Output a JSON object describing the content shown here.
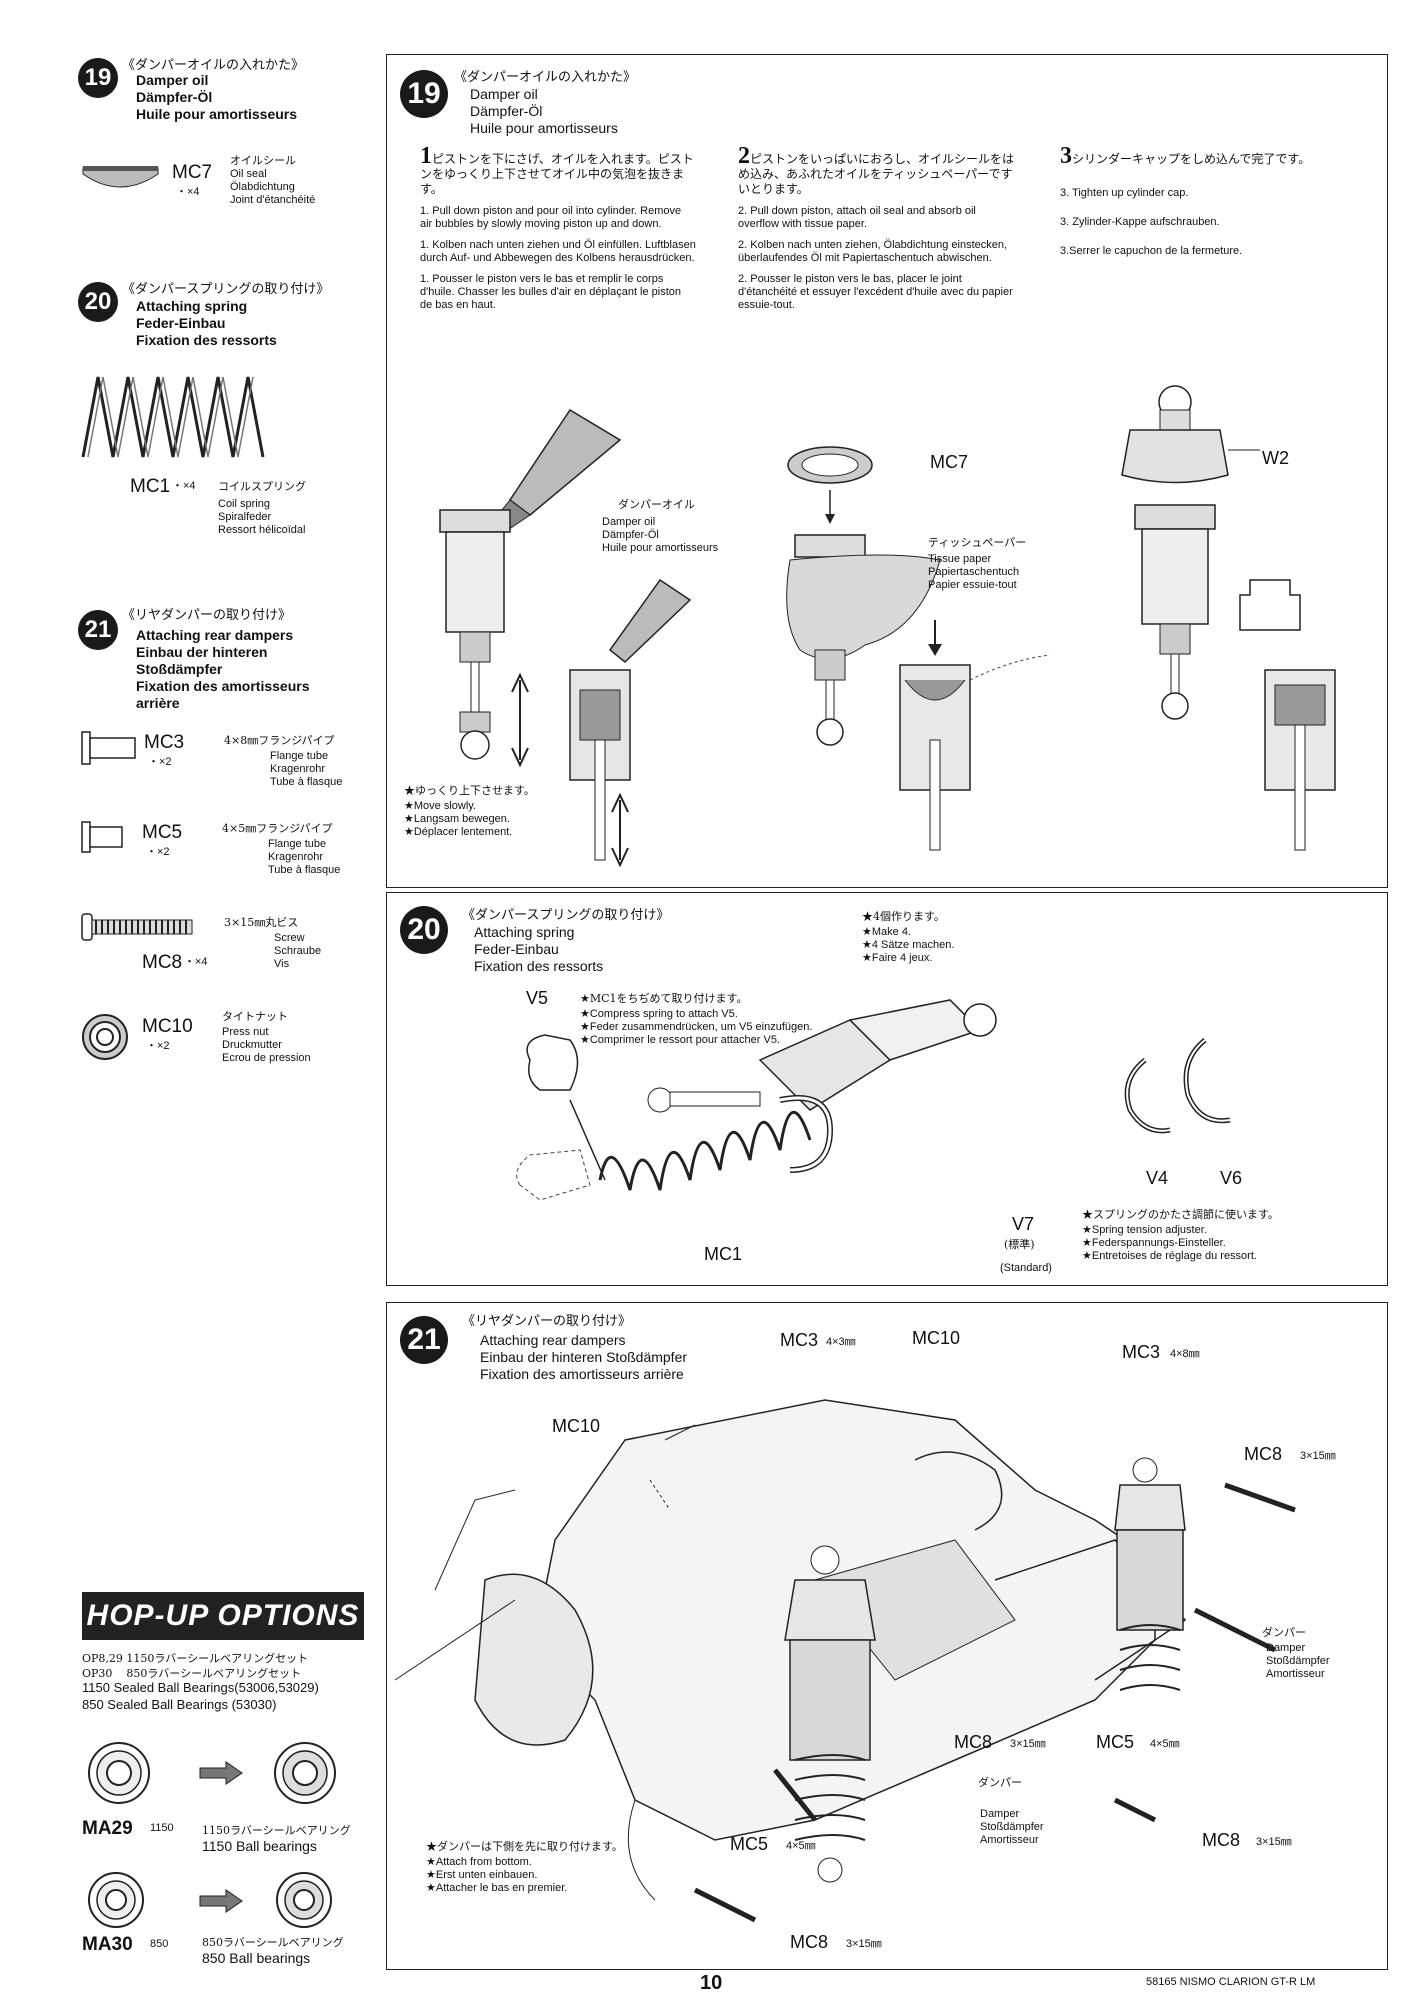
{
  "sidebar": {
    "s19": {
      "num": "19",
      "jp": "《ダンパーオイルの入れかた》",
      "en": "Damper oil",
      "de": "Dämpfer-Öl",
      "fr": "Huile pour amortisseurs"
    },
    "mc7": {
      "code": "MC7",
      "qty": "・×4",
      "jp": "オイルシール",
      "en": "Oil seal",
      "de": "Ölabdichtung",
      "fr": "Joint d'étanchéité"
    },
    "s20": {
      "num": "20",
      "jp": "《ダンパースプリングの取り付け》",
      "en": "Attaching spring",
      "de": "Feder-Einbau",
      "fr": "Fixation des ressorts"
    },
    "mc1": {
      "code": "MC1",
      "qty": "・×4",
      "jp": "コイルスプリング",
      "en": "Coil spring",
      "de": "Spiralfeder",
      "fr": "Ressort hélicoïdal"
    },
    "s21": {
      "num": "21",
      "jp": "《リヤダンパーの取り付け》",
      "en": "Attaching rear dampers",
      "de": "Einbau der hinteren",
      "de2": "Stoßdämpfer",
      "fr": "Fixation des amortisseurs",
      "fr2": "arrière"
    },
    "mc3": {
      "code": "MC3",
      "qty": "・×2",
      "jp": "4×8㎜フランジパイプ",
      "en": "Flange tube",
      "de": "Kragenrohr",
      "fr": "Tube à flasque"
    },
    "mc5": {
      "code": "MC5",
      "qty": "・×2",
      "jp": "4×5㎜フランジパイプ",
      "en": "Flange tube",
      "de": "Kragenrohr",
      "fr": "Tube à flasque"
    },
    "mc8": {
      "code": "MC8",
      "qty": "・×4",
      "jp": "3×15㎜丸ビス",
      "en": "Screw",
      "de": "Schraube",
      "fr": "Vis"
    },
    "mc10": {
      "code": "MC10",
      "qty": "・×2",
      "jp": "タイトナット",
      "en": "Press nut",
      "de": "Druckmutter",
      "fr": "Ecrou de pression"
    }
  },
  "hopup": {
    "title": "HOP-UP OPTIONS",
    "line1": "OP8,29  1150ラバーシールベアリングセット",
    "line2": "OP30    850ラバーシールベアリングセット",
    "line3": "1150 Sealed Ball Bearings(53006,53029)",
    "line4": "850 Sealed Ball Bearings (53030)",
    "ma29": {
      "code": "MA29",
      "size": "1150",
      "jp": "1150ラバーシールベアリング",
      "en": "1150 Ball bearings"
    },
    "ma30": {
      "code": "MA30",
      "size": "850",
      "jp": "850ラバーシールベアリング",
      "en": "850 Ball bearings"
    }
  },
  "step19": {
    "num": "19",
    "jp": "《ダンパーオイルの入れかた》",
    "en": "Damper oil",
    "de": "Dämpfer-Öl",
    "fr": "Huile pour amortisseurs",
    "c1": {
      "no": "1",
      "jp": "ピストンを下にさげ、オイルを入れます。ピストンをゆっくり上下させてオイル中の気泡を抜きます。",
      "en": "1. Pull down piston and pour oil into cylinder. Remove air bubbles by slowly moving piston up and down.",
      "de": "1. Kolben nach unten ziehen und Öl einfüllen. Luftblasen durch Auf- und Abbewegen des Kolbens herausdrücken.",
      "fr": "1. Pousser le piston vers le bas et remplir le corps d'huile. Chasser les bulles d'air en déplaçant le piston de bas en haut."
    },
    "c2": {
      "no": "2",
      "jp": "ピストンをいっぱいにおろし、オイルシールをはめ込み、あふれたオイルをティッシュペーパーですいとります。",
      "en": "2. Pull down piston, attach oil seal and absorb oil overflow with tissue paper.",
      "de": "2. Kolben nach unten ziehen, Ölabdichtung einstecken, überlaufendes Öl mit Papiertaschentuch abwischen.",
      "fr": "2. Pousser le piston vers le bas, placer le joint d'étanchéité et essuyer l'excédent d'huile avec du papier essuie-tout."
    },
    "c3": {
      "no": "3",
      "jp": "シリンダーキャップをしめ込んで完了です。",
      "en": "3. Tighten up cylinder cap.",
      "de": "3. Zylinder-Kappe aufschrauben.",
      "fr": "3.Serrer le capuchon de la fermeture."
    },
    "oil": {
      "jp": "ダンパーオイル",
      "en": "Damper oil",
      "de": "Dämpfer-Öl",
      "fr": "Huile pour amortisseurs"
    },
    "tissue": {
      "jp": "ティッシュペーパー",
      "en": "Tissue paper",
      "de": "Papiertaschentuch",
      "fr": "Papier essuie-tout"
    },
    "slow": {
      "jp": "★ゆっくり上下させます。",
      "en": "★Move slowly.",
      "de": "★Langsam bewegen.",
      "fr": "★Déplacer lentement."
    },
    "mc7": "MC7",
    "w2": "W2"
  },
  "step20": {
    "num": "20",
    "jp": "《ダンパースプリングの取り付け》",
    "en": "Attaching spring",
    "de": "Feder-Einbau",
    "fr": "Fixation des ressorts",
    "make": {
      "jp": "★4個作ります。",
      "en": "★Make 4.",
      "de": "★4 Sätze machen.",
      "fr": "★Faire 4 jeux."
    },
    "compress": {
      "jp": "★MC1をちぢめて取り付けます。",
      "en": "★Compress spring to attach V5.",
      "de": "★Feder zusammendrücken, um V5 einzufügen.",
      "fr": "★Comprimer le ressort pour attacher V5."
    },
    "tension": {
      "jp": "★スプリングのかたさ調節に使います。",
      "en": "★Spring tension adjuster.",
      "de": "★Federspannungs-Einsteller.",
      "fr": "★Entretoises de réglage du ressort."
    },
    "v5": "V5",
    "v4": "V4",
    "v6": "V6",
    "v7": "V7",
    "std_jp": "(標準)",
    "std": "(Standard)",
    "mc1": "MC1"
  },
  "step21": {
    "num": "21",
    "jp": "《リヤダンパーの取り付け》",
    "en": "Attaching rear dampers",
    "de": "Einbau der hinteren Stoßdämpfer",
    "fr": "Fixation des amortisseurs arrière",
    "labels": {
      "mc3a": "MC3",
      "mc3a_size": "4×3㎜",
      "mc10a": "MC10",
      "mc3b": "MC3",
      "mc3b_size": "4×8㎜",
      "mc10b": "MC10",
      "mc8a": "MC8",
      "mc8a_size": "3×15㎜",
      "mc8b": "MC8",
      "mc8b_size": "3×15㎜",
      "mc5a": "MC5",
      "mc5a_size": "4×5㎜",
      "mc8c": "MC8",
      "mc8c_size": "3×15㎜",
      "mc5b": "MC5",
      "mc5b_size": "4×5㎜",
      "mc8d": "MC8",
      "mc8d_size": "3×15㎜"
    },
    "damper1": {
      "jp": "ダンパー",
      "en": "Damper",
      "de": "Stoßdämpfer",
      "fr": "Amortisseur"
    },
    "damper2": {
      "jp": "ダンパー",
      "en": "Damper",
      "de": "Stoßdämpfer",
      "fr": "Amortisseur"
    },
    "bottom": {
      "jp": "★ダンパーは下側を先に取り付けます。",
      "en": "★Attach from bottom.",
      "de": "★Erst unten einbauen.",
      "fr": "★Attacher le bas en premier."
    }
  },
  "footer": {
    "page": "10",
    "model": "58165 NISMO CLARION GT-R LM"
  }
}
